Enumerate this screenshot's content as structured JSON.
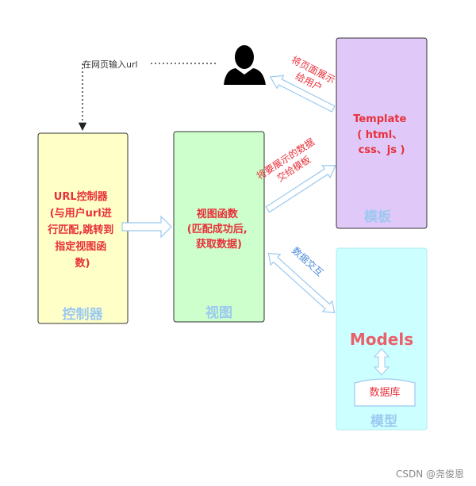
{
  "url_input_label": "在网页输入url",
  "user_icon": "user-silhouette-icon",
  "controller": {
    "lines": [
      "URL控制器",
      "(与用户url进",
      "行匹配,跳转到",
      "指定视图函",
      "数)"
    ],
    "tag": "控制器",
    "fill": "#ffffc8"
  },
  "view": {
    "lines": [
      "视图函数",
      "(匹配成功后,",
      "获取数据)"
    ],
    "tag": "视图",
    "fill": "#ccffcc"
  },
  "template": {
    "lines": [
      "Template",
      "( html、",
      "css、js )"
    ],
    "tag": "模板",
    "fill": "#e0c8f8"
  },
  "model": {
    "title": "Models",
    "db_label": "数据库",
    "tag": "模型",
    "fill": "#ccffff"
  },
  "annotations": {
    "template_to_user": [
      "将页面展示",
      "给用户"
    ],
    "view_to_template": [
      "将要展示的数据",
      "交给模板"
    ],
    "view_model": "数据交互"
  },
  "watermark": "CSDN @尧俊恩",
  "colors": {
    "accent_red": "#e8303a",
    "tag_blue": "#9cc9f0",
    "arrow_blue": "#9cc9f0"
  }
}
